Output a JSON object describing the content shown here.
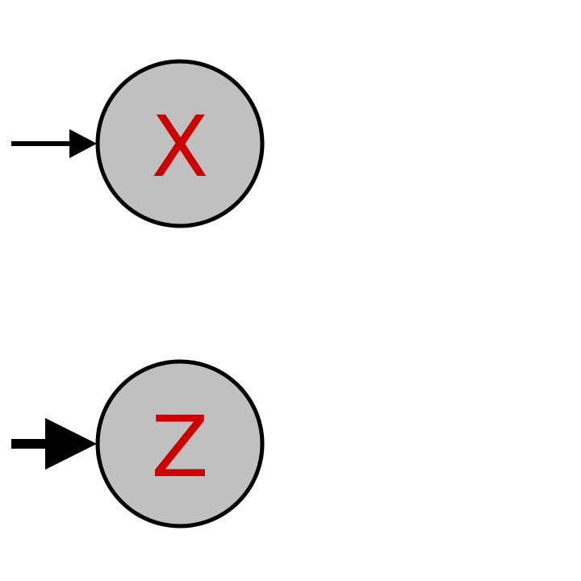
{
  "colors": {
    "background": "#ffffff",
    "node_fill": "#c0c0c0",
    "node_stroke": "#000000",
    "label": "#cc0000",
    "arrow": "#000000"
  },
  "nodes": [
    {
      "id": "X",
      "label": "X",
      "incoming_arrow": "thin"
    },
    {
      "id": "Z",
      "label": "Z",
      "incoming_arrow": "thick"
    }
  ]
}
